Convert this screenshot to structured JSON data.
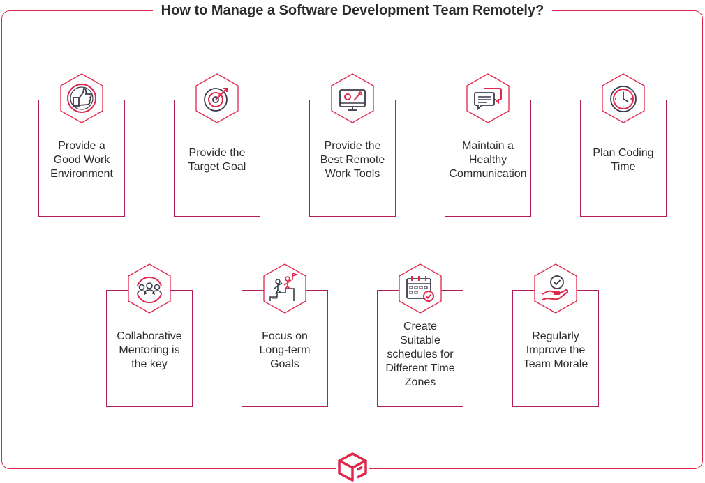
{
  "title": "How to Manage a Software Development Team Remotely?",
  "colors": {
    "accent": "#e0264a",
    "card_border": "#b01f5c",
    "icon_dark": "#3a3a4a",
    "text": "#2b2b2b"
  },
  "steps": [
    {
      "label": "Provide a\nGood Work\nEnvironment",
      "icon": "thumbs-up-icon"
    },
    {
      "label": "Provide the\nTarget Goal",
      "icon": "target-icon"
    },
    {
      "label": "Provide the\nBest Remote\nWork Tools",
      "icon": "monitor-tools-icon"
    },
    {
      "label": "Maintain a\nHealthy\nCommunication",
      "icon": "chat-bubbles-icon"
    },
    {
      "label": "Plan Coding\nTime",
      "icon": "clock-icon"
    },
    {
      "label": "Collaborative\nMentoring is\nthe key",
      "icon": "team-icon"
    },
    {
      "label": "Focus on\nLong-term\nGoals",
      "icon": "climbing-goal-icon"
    },
    {
      "label": "Create\nSuitable\nschedules for\nDifferent Time\nZones",
      "icon": "calendar-check-icon"
    },
    {
      "label": "Regularly\nImprove the\nTeam Morale",
      "icon": "hand-check-icon"
    }
  ],
  "logo": {
    "icon": "brand-cube-logo"
  }
}
